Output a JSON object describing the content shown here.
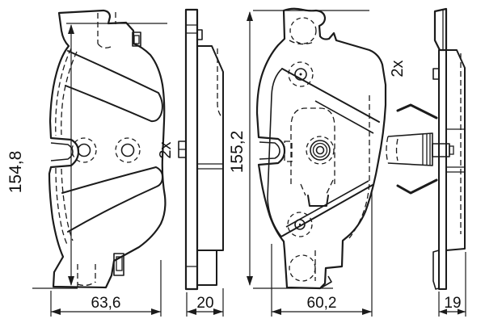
{
  "colors": {
    "background": "#ffffff",
    "line": "#1b1b1b",
    "text": "#111111"
  },
  "views": {
    "left_pad_front": {
      "height": "154,8",
      "width": "63,6"
    },
    "left_pad_side": {
      "thickness": "20",
      "quantity": "2x"
    },
    "right_pad_front": {
      "height": "155,2",
      "width": "60,2"
    },
    "right_pad_side": {
      "thickness": "19",
      "quantity": "2x"
    }
  }
}
